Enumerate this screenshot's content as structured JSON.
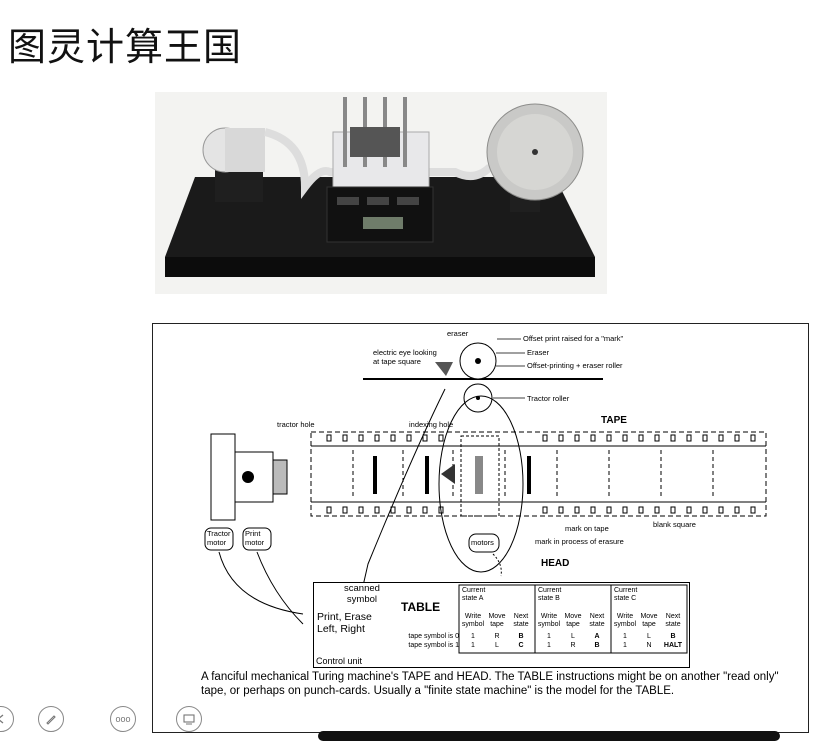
{
  "page": {
    "title": "图灵计算王国"
  },
  "figure": {
    "labels": {
      "eraser": "eraser",
      "electric_eye": "electric eye looking\nat tape square",
      "offset_print": "Offset print raised for a \"mark\"",
      "eraser2": "Eraser",
      "offset_roller": "Offset-printing + eraser roller",
      "tractor_roller": "Tractor roller",
      "tractor_hole": "tractor hole",
      "indexing_hole": "indexing hole",
      "tape": "TAPE",
      "mark_on_tape": "mark on tape",
      "blank_square": "blank square",
      "mark_erasure": "mark in process of erasure",
      "head": "HEAD",
      "motors": "motors",
      "tractor_motor": "Tractor\nmotor",
      "print_motor": "Print\nmotor"
    },
    "control": {
      "scanned_symbol": "scanned\nsymbol",
      "table_title": "TABLE",
      "print_erase": "Print, Erase",
      "left_right": "Left, Right",
      "control_unit": "Control unit",
      "states": [
        {
          "header": "Current\nstate A",
          "row0": [
            "1",
            "R",
            "B"
          ],
          "row1": [
            "1",
            "L",
            "C"
          ]
        },
        {
          "header": "Current\nstate B",
          "row0": [
            "1",
            "L",
            "A"
          ],
          "row1": [
            "1",
            "R",
            "B"
          ]
        },
        {
          "header": "Current\nstate C",
          "row0": [
            "1",
            "L",
            "B"
          ],
          "row1": [
            "1",
            "N",
            "HALT"
          ]
        }
      ],
      "col_headers": [
        "Write\nsymbol",
        "Move\ntape",
        "Next\nstate"
      ],
      "row_labels": [
        "tape symbol is 0",
        "tape symbol is 1"
      ]
    },
    "caption": "A fanciful mechanical Turing machine's TAPE and HEAD. The TABLE instructions might be on another \"read only\" tape, or perhaps on punch-cards. Usually a \"finite state machine\" is the model for the TABLE."
  },
  "toolbar": {
    "icons": [
      "arrow-icon",
      "pen-icon",
      "more-icon",
      "screen-icon"
    ],
    "more_label": "ooo"
  }
}
